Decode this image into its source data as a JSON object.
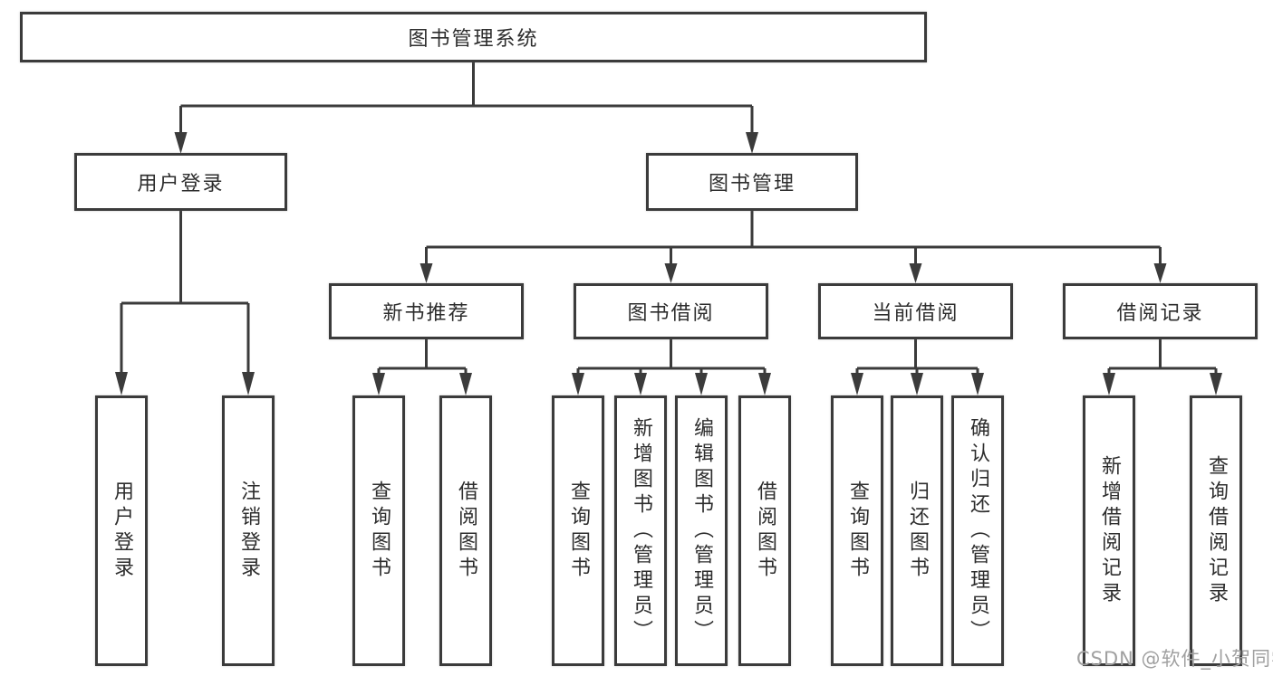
{
  "diagram": {
    "type": "hierarchy-tree",
    "colors": {
      "line": "#3b3b3b",
      "box_border": "#3b3b3b",
      "box_fill": "#ffffff",
      "text": "#2d2d2d",
      "watermark": "#a0a0a0",
      "background": "#ffffff"
    },
    "watermark": "CSDN @软件_小贺同学",
    "tree": {
      "label": "图书管理系统",
      "children": [
        {
          "label": "用户登录",
          "children": [
            {
              "label": "用户登录"
            },
            {
              "label": "注销登录"
            }
          ]
        },
        {
          "label": "图书管理",
          "children": [
            {
              "label": "新书推荐",
              "children": [
                {
                  "label": "查询图书"
                },
                {
                  "label": "借阅图书"
                }
              ]
            },
            {
              "label": "图书借阅",
              "children": [
                {
                  "label": "查询图书"
                },
                {
                  "label": "新增图书（管理员）"
                },
                {
                  "label": "编辑图书（管理员）"
                },
                {
                  "label": "借阅图书"
                }
              ]
            },
            {
              "label": "当前借阅",
              "children": [
                {
                  "label": "查询图书"
                },
                {
                  "label": "归还图书"
                },
                {
                  "label": "确认归还（管理员）"
                }
              ]
            },
            {
              "label": "借阅记录",
              "children": [
                {
                  "label": "新增借阅记录"
                },
                {
                  "label": "查询借阅记录"
                }
              ]
            }
          ]
        }
      ]
    }
  }
}
